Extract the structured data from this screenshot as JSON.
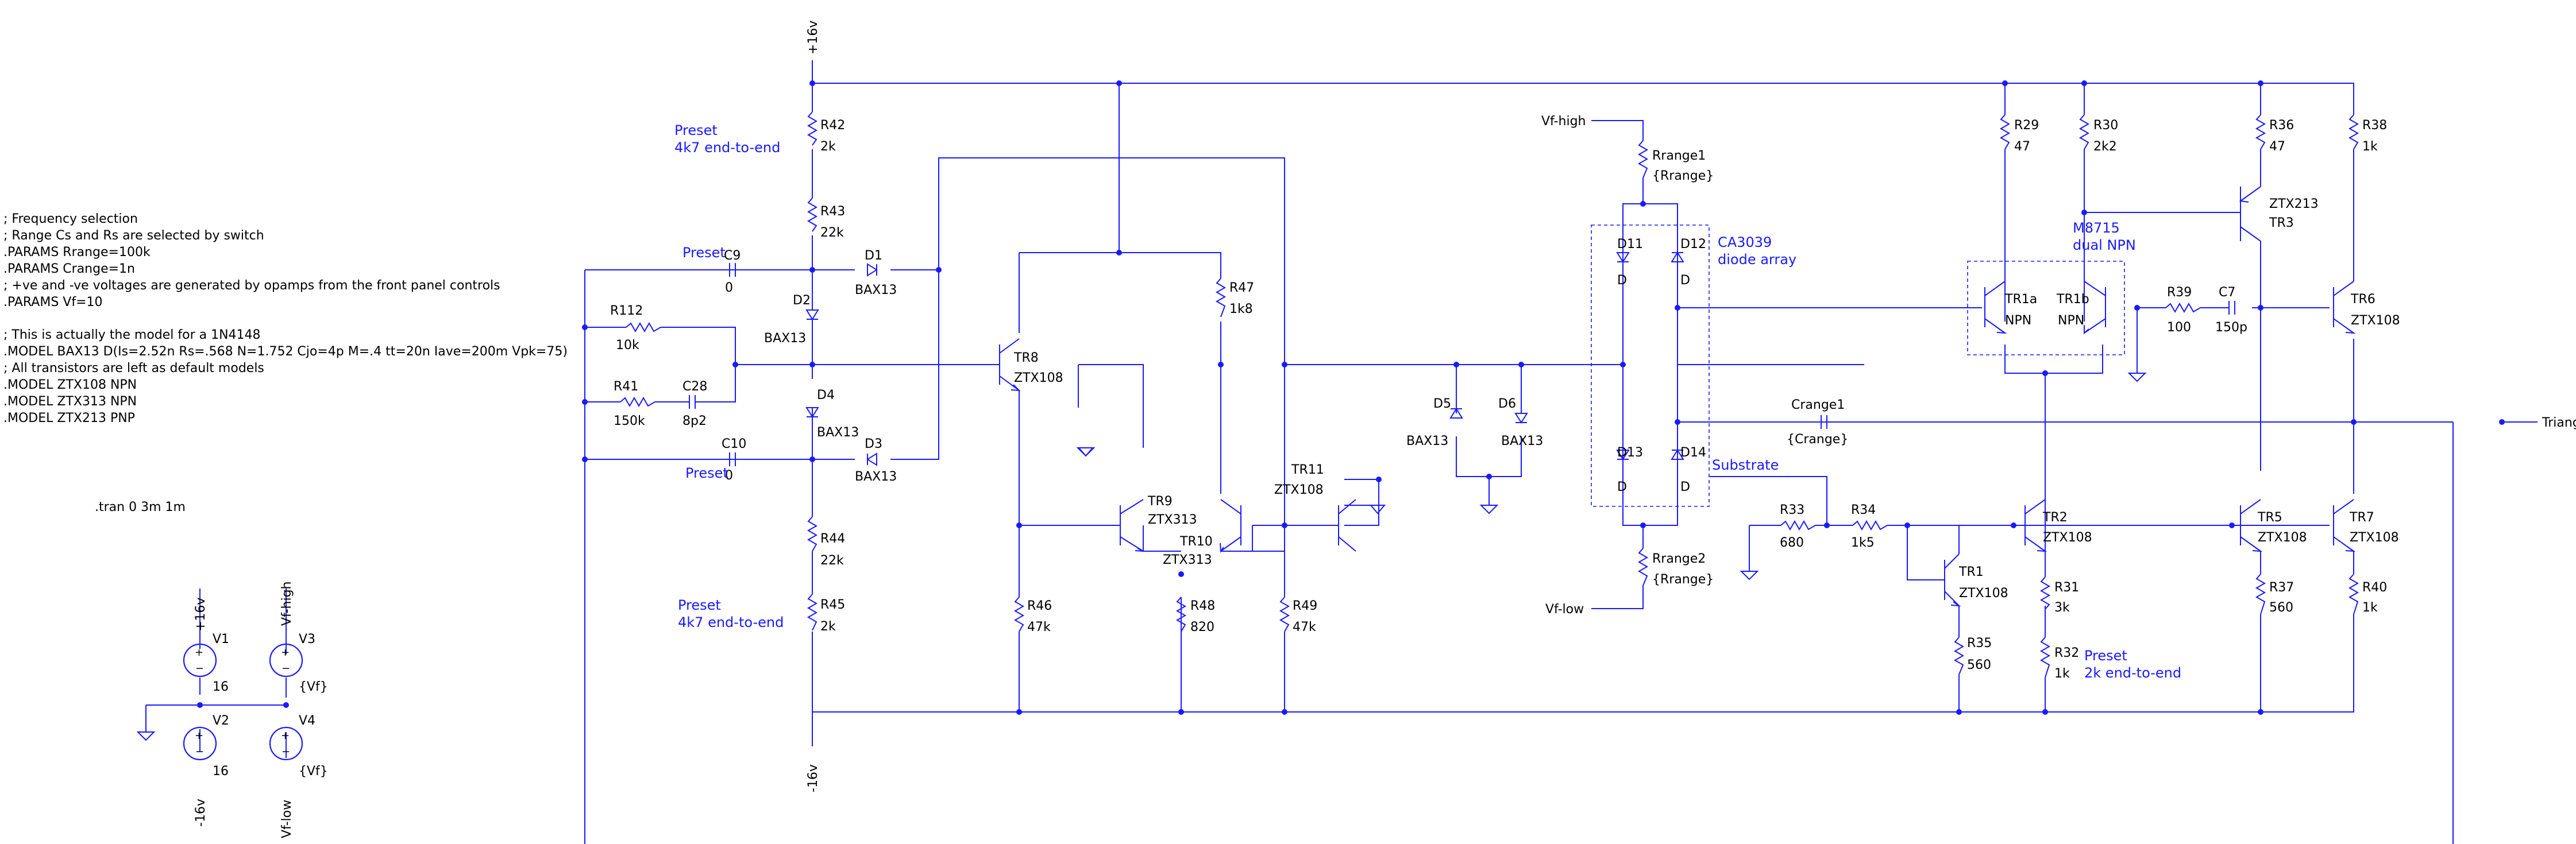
{
  "directives": [
    "; Frequency selection",
    "; Range Cs and Rs are selected by switch",
    ".PARAMS Rrange=100k",
    ".PARAMS Crange=1n",
    "; +ve and -ve voltages are generated by opamps from the front panel controls",
    ".PARAMS Vf=10",
    "; This is actually the model for a 1N4148",
    ".MODEL BAX13 D(Is=2.52n Rs=.568 N=1.752 Cjo=4p M=.4 tt=20n Iave=200m Vpk=75)",
    "; All transistors are left as default models",
    ".MODEL ZTX108 NPN",
    ".MODEL ZTX313 NPN",
    ".MODEL ZTX213 PNP"
  ],
  "tran": ".tran 0 3m 1m",
  "nets": {
    "pos16": "+16v",
    "neg16": "-16v",
    "vfhigh": "Vf-high",
    "vflow": "Vf-low",
    "out": "Triangle-out",
    "substrate": "Substrate"
  },
  "notes": {
    "preset1a": "Preset",
    "preset1b": "4k7 end-to-end",
    "preset2a": "Preset",
    "preset2b": "4k7 end-to-end",
    "preset3a": "Preset",
    "preset3b": "2k end-to-end",
    "presetc9": "Preset",
    "presetc10": "Preset",
    "ca3039a": "CA3039",
    "ca3039b": "diode array",
    "m8715a": "M8715",
    "m8715b": "dual NPN"
  },
  "components": {
    "R42": [
      "R42",
      "2k"
    ],
    "R43": [
      "R43",
      "22k"
    ],
    "R44": [
      "R44",
      "22k"
    ],
    "R45": [
      "R45",
      "2k"
    ],
    "R112": [
      "R112",
      "10k"
    ],
    "R41": [
      "R41",
      "150k"
    ],
    "C28": [
      "C28",
      "8p2"
    ],
    "C9": [
      "C9",
      "0"
    ],
    "C10": [
      "C10",
      "0"
    ],
    "D1": [
      "D1",
      "BAX13"
    ],
    "D2": [
      "D2",
      "BAX13"
    ],
    "D3": [
      "D3",
      "BAX13"
    ],
    "D4": [
      "D4",
      "BAX13"
    ],
    "TR8": [
      "TR8",
      "ZTX108"
    ],
    "R47": [
      "R47",
      "1k8"
    ],
    "R46": [
      "R46",
      "47k"
    ],
    "TR9": [
      "TR9",
      "ZTX313"
    ],
    "TR10": [
      "TR10",
      "ZTX313"
    ],
    "R48": [
      "R48",
      "820"
    ],
    "TR11": [
      "TR11",
      "ZTX108"
    ],
    "R49": [
      "R49",
      "47k"
    ],
    "D5": [
      "D5",
      "BAX13"
    ],
    "D6": [
      "D6",
      "BAX13"
    ],
    "Rrange1": [
      "Rrange1",
      "{Rrange}"
    ],
    "Rrange2": [
      "Rrange2",
      "{Rrange}"
    ],
    "D11": [
      "D11",
      "D"
    ],
    "D12": [
      "D12",
      "D"
    ],
    "D13": [
      "D13",
      "D"
    ],
    "D14": [
      "D14",
      "D"
    ],
    "R29": [
      "R29",
      "47"
    ],
    "R30": [
      "R30",
      "2k2"
    ],
    "R36": [
      "R36",
      "47"
    ],
    "R38": [
      "R38",
      "1k"
    ],
    "TR3": [
      "TR3",
      "ZTX213"
    ],
    "TR1a": [
      "TR1a",
      "NPN"
    ],
    "TR1b": [
      "TR1b",
      "NPN"
    ],
    "R39": [
      "R39",
      "100"
    ],
    "C7": [
      "C7",
      "150p"
    ],
    "TR6": [
      "TR6",
      "ZTX108"
    ],
    "Crange1": [
      "Crange1",
      "{Crange}"
    ],
    "R33": [
      "R33",
      "680"
    ],
    "R34": [
      "R34",
      "1k5"
    ],
    "TR1": [
      "TR1",
      "ZTX108"
    ],
    "R35": [
      "R35",
      "560"
    ],
    "TR2": [
      "TR2",
      "ZTX108"
    ],
    "R31": [
      "R31",
      "3k"
    ],
    "R32": [
      "R32",
      "1k"
    ],
    "TR5": [
      "TR5",
      "ZTX108"
    ],
    "R37": [
      "R37",
      "560"
    ],
    "TR7": [
      "TR7",
      "ZTX108"
    ],
    "R40": [
      "R40",
      "1k"
    ],
    "V1": [
      "V1",
      "16"
    ],
    "V2": [
      "V2",
      "16"
    ],
    "V3": [
      "V3",
      "{Vf}"
    ],
    "V4": [
      "V4",
      "{Vf}"
    ]
  },
  "supply_labels": {
    "v1top": "+16v",
    "v2bot": "-16v",
    "v3top": "Vf-high",
    "v4bot": "Vf-low"
  }
}
